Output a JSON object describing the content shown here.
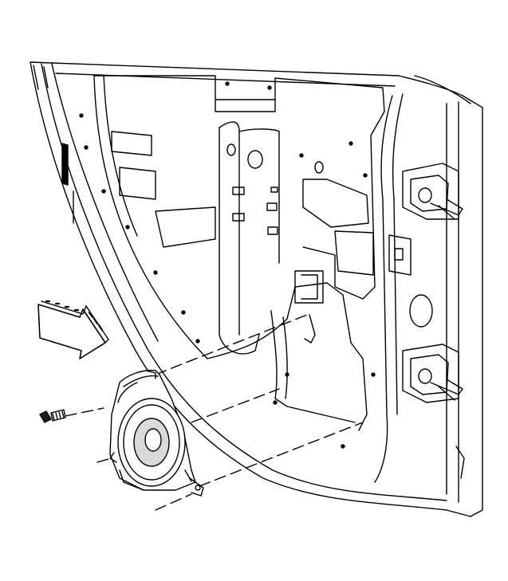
{
  "diagram": {
    "parts": [
      "door-inner-panel",
      "speaker",
      "speaker-screw",
      "direction-arrow",
      "door-hinge-upper",
      "door-hinge-lower"
    ]
  },
  "colors": {
    "line": "#000000",
    "panel_fill": "#ffffff",
    "shade": "#d9d9d9",
    "dark": "#1a1a1a"
  }
}
